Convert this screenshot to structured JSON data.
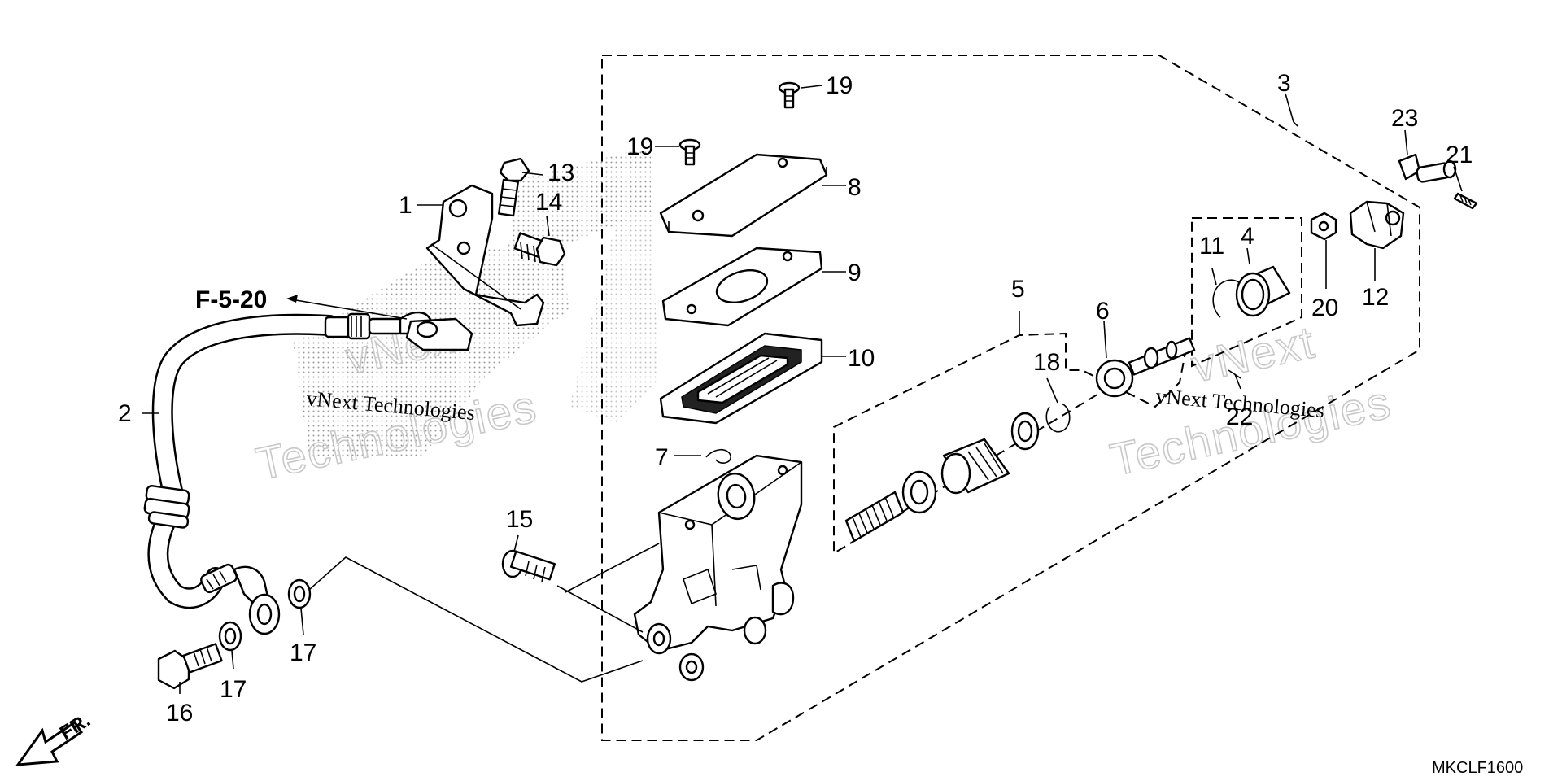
{
  "callouts": [
    {
      "id": "1",
      "label": "1"
    },
    {
      "id": "2",
      "label": "2"
    },
    {
      "id": "3",
      "label": "3"
    },
    {
      "id": "4",
      "label": "4"
    },
    {
      "id": "5",
      "label": "5"
    },
    {
      "id": "6",
      "label": "6"
    },
    {
      "id": "7",
      "label": "7"
    },
    {
      "id": "8",
      "label": "8"
    },
    {
      "id": "9",
      "label": "9"
    },
    {
      "id": "10",
      "label": "10"
    },
    {
      "id": "11",
      "label": "11"
    },
    {
      "id": "12",
      "label": "12"
    },
    {
      "id": "13",
      "label": "13"
    },
    {
      "id": "14",
      "label": "14"
    },
    {
      "id": "15",
      "label": "15"
    },
    {
      "id": "16",
      "label": "16"
    },
    {
      "id": "17a",
      "label": "17"
    },
    {
      "id": "17b",
      "label": "17"
    },
    {
      "id": "18",
      "label": "18"
    },
    {
      "id": "19a",
      "label": "19"
    },
    {
      "id": "19b",
      "label": "19"
    },
    {
      "id": "20",
      "label": "20"
    },
    {
      "id": "21",
      "label": "21"
    },
    {
      "id": "22",
      "label": "22"
    },
    {
      "id": "23",
      "label": "23"
    }
  ],
  "reference": {
    "label": "F-5-20"
  },
  "front_indicator": {
    "label": "FR."
  },
  "diagram_code": "MKCLF1600",
  "watermark": {
    "line1": "vNext",
    "line2": "Technologies",
    "small": "vNext Technologies"
  }
}
